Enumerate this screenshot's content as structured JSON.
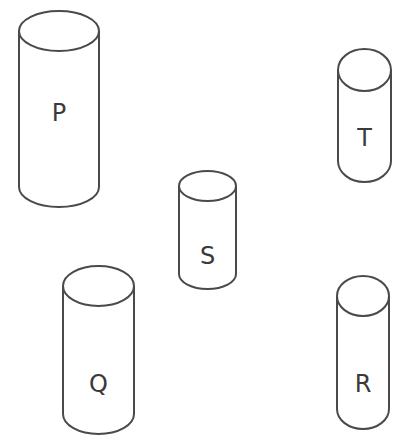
{
  "diagram": {
    "nodes": [
      {
        "text": [
          "P"
        ]
      },
      {
        "text": [
          "T"
        ]
      },
      {
        "text": [
          "S"
        ]
      },
      {
        "text": [
          "Q"
        ]
      },
      {
        "text": [
          "R"
        ]
      }
    ]
  }
}
